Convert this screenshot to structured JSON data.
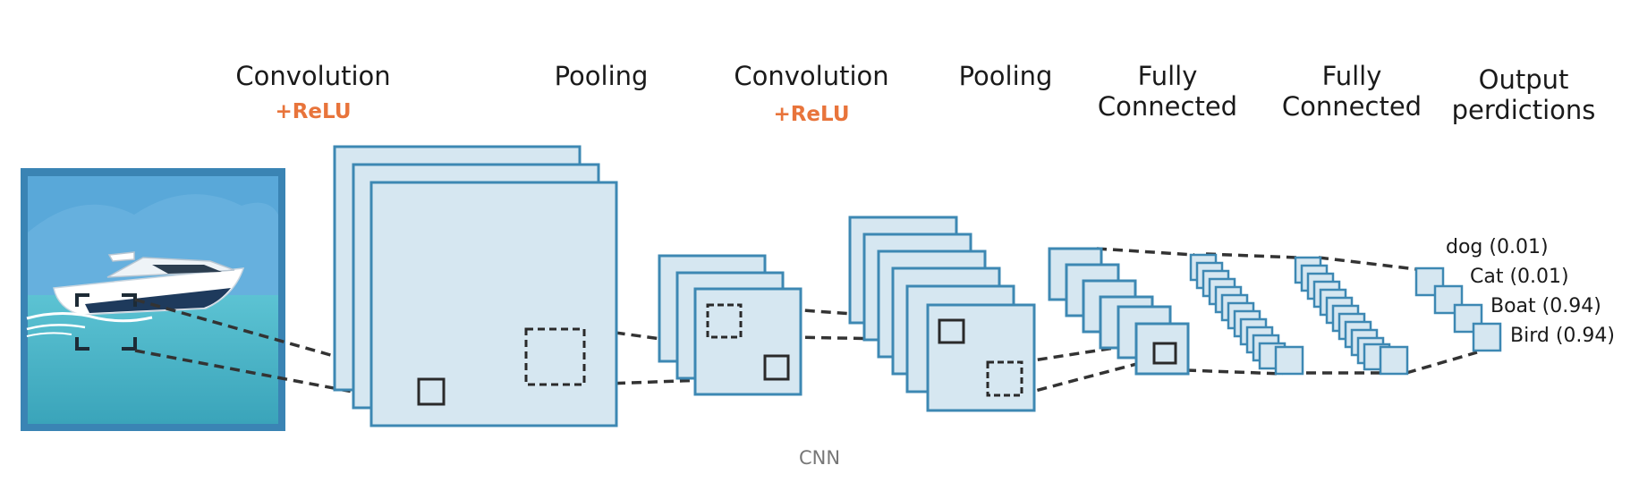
{
  "stages": [
    {
      "label": "Convolution",
      "sub": "+ReLU"
    },
    {
      "label": "Pooling",
      "sub": ""
    },
    {
      "label": "Convolution",
      "sub": "+ReLU"
    },
    {
      "label": "Pooling",
      "sub": ""
    },
    {
      "label": "Fully\nConnected",
      "sub": ""
    },
    {
      "label": "Fully\nConnected",
      "sub": ""
    },
    {
      "label": "Output\nperdictions",
      "sub": ""
    }
  ],
  "outputs": [
    "dog (0.01)",
    "Cat (0.01)",
    "Boat (0.94)",
    "Bird (0.94)"
  ],
  "caption": "CNN",
  "colors": {
    "layer_fill": "#d6e7f1",
    "layer_stroke": "#3d88b3",
    "accent": "#e8743b",
    "sky": "#4f9fd3",
    "sea": "#46b3c6",
    "frame": "#3a84b4"
  },
  "icons": [
    "boat-icon"
  ]
}
